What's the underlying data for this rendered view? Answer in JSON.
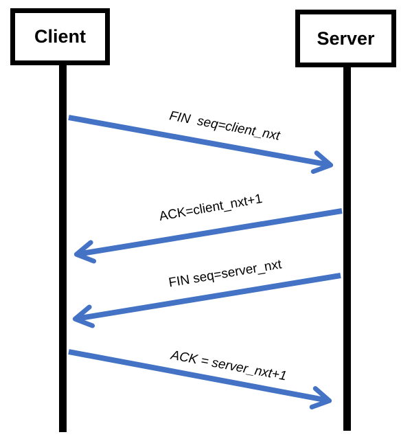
{
  "diagram": {
    "type": "sequence-diagram",
    "actors": [
      {
        "id": "client",
        "label": "Client"
      },
      {
        "id": "server",
        "label": "Server"
      }
    ],
    "messages": [
      {
        "label": "FIN  seq=client_nxt",
        "from": "client",
        "to": "server",
        "text_style": "italic"
      },
      {
        "label": "ACK=client_nxt+1",
        "from": "server",
        "to": "client",
        "text_style": "normal"
      },
      {
        "label": "FIN seq=server_nxt",
        "from": "server",
        "to": "client",
        "text_style": "normal"
      },
      {
        "label": "ACK = server_nxt+1",
        "from": "client",
        "to": "server",
        "text_style": "italic"
      }
    ],
    "colors": {
      "arrow": "#4472C4",
      "lifeline": "#000000",
      "text": "#000000",
      "background": "#ffffff"
    }
  }
}
